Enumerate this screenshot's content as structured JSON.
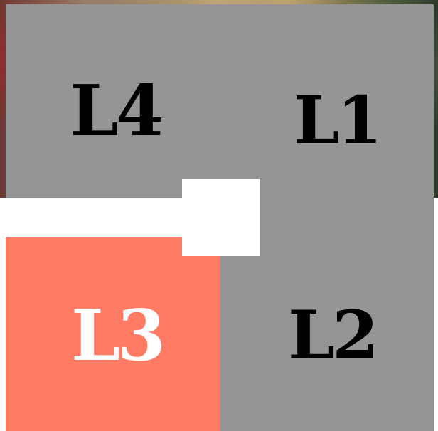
{
  "colors": {
    "panel_gray": "#959496",
    "panel_highlight": "#ff7b63",
    "background": "#ffffff",
    "label_dark": "#000000",
    "label_light": "#ffffff"
  },
  "labels": {
    "top_left": "L4",
    "top_right": "L1",
    "bottom_left": "L3",
    "bottom_right": "L2"
  },
  "highlighted_panel": "L3"
}
